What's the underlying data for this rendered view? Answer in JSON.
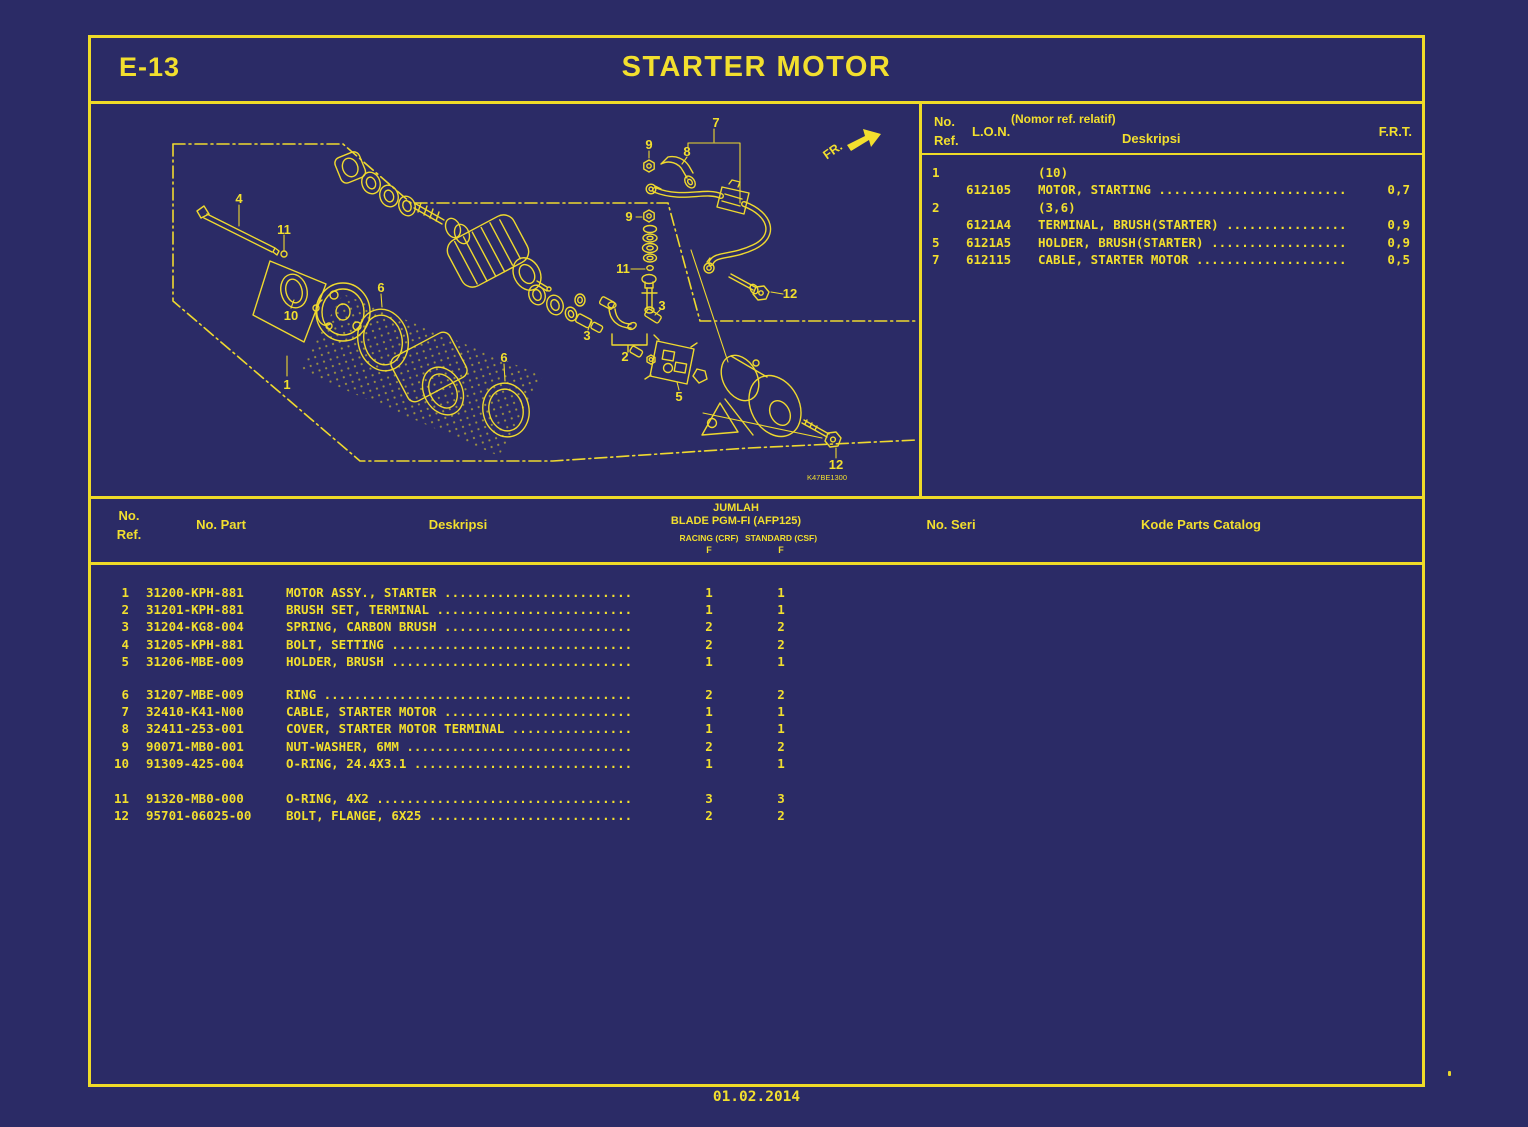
{
  "page": {
    "code": "E-13",
    "title": "STARTER MOTOR",
    "date": "01.02.2014"
  },
  "colors": {
    "background": "#2B2B66",
    "accent": "#F2DF2E",
    "border": "#EFDB28"
  },
  "diagram": {
    "fr_label": "FR.",
    "code": "K47BE1300",
    "callouts": [
      {
        "n": "4"
      },
      {
        "n": "11"
      },
      {
        "n": "10"
      },
      {
        "n": "6"
      },
      {
        "n": "6"
      },
      {
        "n": "1"
      },
      {
        "n": "9"
      },
      {
        "n": "8"
      },
      {
        "n": "7"
      },
      {
        "n": "9"
      },
      {
        "n": "11"
      },
      {
        "n": "3"
      },
      {
        "n": "3"
      },
      {
        "n": "2"
      },
      {
        "n": "5"
      },
      {
        "n": "12"
      },
      {
        "n": "12"
      }
    ]
  },
  "ref_table": {
    "headers": {
      "no": "No.",
      "ref": "Ref.",
      "lon": "L.O.N.",
      "relatif": "(Nomor ref. relatif)",
      "deskripsi": "Deskripsi",
      "frt": "F.R.T."
    },
    "rows": [
      {
        "ref": "1",
        "lon": "",
        "desc": "(10)",
        "frt": ""
      },
      {
        "ref": "",
        "lon": "612105",
        "desc": "MOTOR, STARTING .........................",
        "frt": "0,7"
      },
      {
        "ref": "2",
        "lon": "",
        "desc": "(3,6)",
        "frt": ""
      },
      {
        "ref": "",
        "lon": "6121A4",
        "desc": "TERMINAL, BRUSH(STARTER) ................",
        "frt": "0,9"
      },
      {
        "ref": "5",
        "lon": "6121A5",
        "desc": "HOLDER, BRUSH(STARTER) ..................",
        "frt": "0,9"
      },
      {
        "ref": "7",
        "lon": "612115",
        "desc": "CABLE, STARTER MOTOR ....................",
        "frt": "0,5"
      }
    ]
  },
  "parts_table": {
    "headers": {
      "no": "No.",
      "ref": "Ref.",
      "part": "No. Part",
      "deskripsi": "Deskripsi",
      "jumlah": "JUMLAH",
      "model": "BLADE PGM-FI (AFP125)",
      "racing": "RACING (CRF)",
      "standard": "STANDARD (CSF)",
      "f1": "F",
      "f2": "F",
      "seri": "No. Seri",
      "kode": "Kode Parts Catalog"
    },
    "rows": [
      {
        "ref": "1",
        "part": "31200-KPH-881",
        "desc": "MOTOR ASSY., STARTER .........................",
        "racing": "1",
        "standard": "1"
      },
      {
        "ref": "2",
        "part": "31201-KPH-881",
        "desc": "BRUSH SET, TERMINAL ..........................",
        "racing": "1",
        "standard": "1"
      },
      {
        "ref": "3",
        "part": "31204-KG8-004",
        "desc": "SPRING, CARBON BRUSH .........................",
        "racing": "2",
        "standard": "2"
      },
      {
        "ref": "4",
        "part": "31205-KPH-881",
        "desc": "BOLT, SETTING ................................",
        "racing": "2",
        "standard": "2"
      },
      {
        "ref": "5",
        "part": "31206-MBE-009",
        "desc": "HOLDER, BRUSH ................................",
        "racing": "1",
        "standard": "1"
      },
      {
        "ref": "6",
        "part": "31207-MBE-009",
        "desc": "RING .........................................",
        "racing": "2",
        "standard": "2"
      },
      {
        "ref": "7",
        "part": "32410-K41-N00",
        "desc": "CABLE, STARTER MOTOR .........................",
        "racing": "1",
        "standard": "1"
      },
      {
        "ref": "8",
        "part": "32411-253-001",
        "desc": "COVER, STARTER MOTOR TERMINAL ................",
        "racing": "1",
        "standard": "1"
      },
      {
        "ref": "9",
        "part": "90071-MB0-001",
        "desc": "NUT-WASHER, 6MM ..............................",
        "racing": "2",
        "standard": "2"
      },
      {
        "ref": "10",
        "part": "91309-425-004",
        "desc": "O-RING, 24.4X3.1 .............................",
        "racing": "1",
        "standard": "1"
      },
      {
        "ref": "11",
        "part": "91320-MB0-000",
        "desc": "O-RING, 4X2 ..................................",
        "racing": "3",
        "standard": "3"
      },
      {
        "ref": "12",
        "part": "95701-06025-00",
        "desc": "BOLT, FLANGE, 6X25 ...........................",
        "racing": "2",
        "standard": "2"
      }
    ]
  }
}
